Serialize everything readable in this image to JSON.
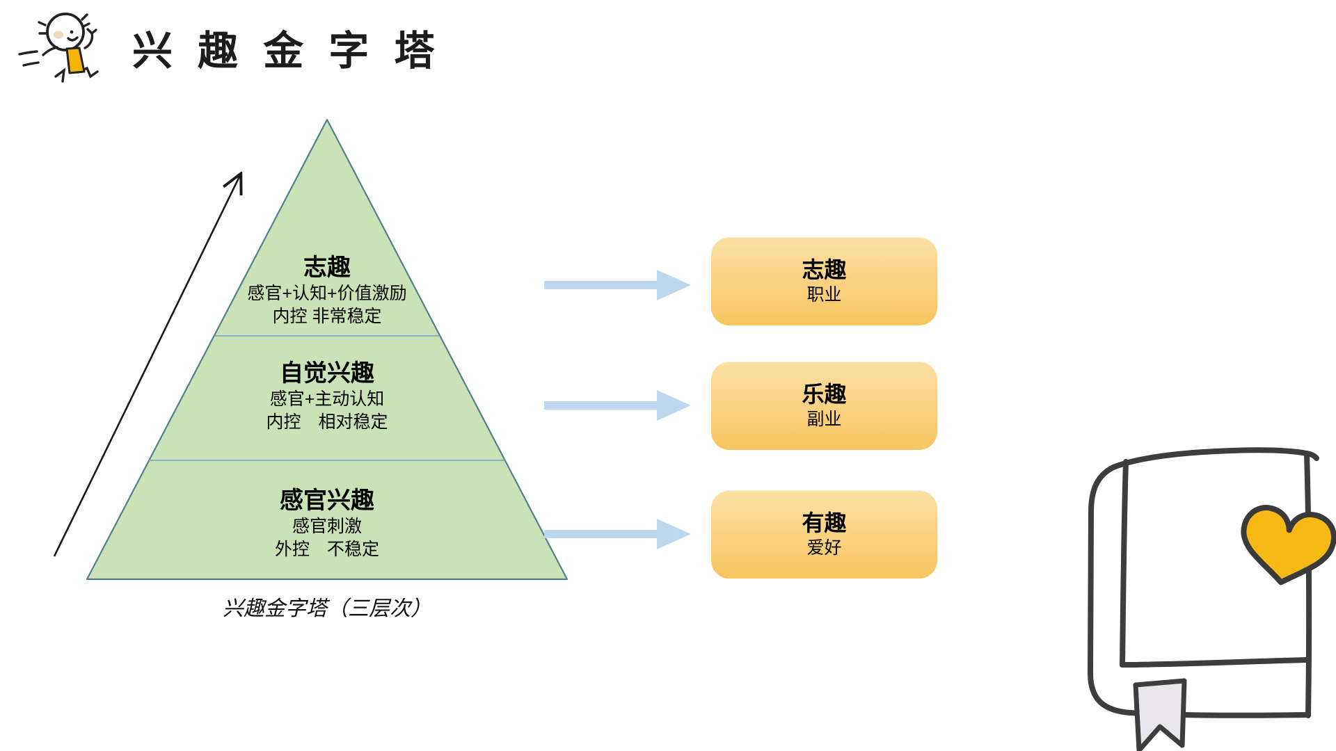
{
  "header": {
    "title": "兴 趣 金 字 塔"
  },
  "pyramid": {
    "levels": [
      {
        "title": "志趣",
        "line1": "感官+认知+价值激励",
        "line2": "内控 非常稳定"
      },
      {
        "title": "自觉兴趣",
        "line1": "感官+主动认知",
        "line2": "内控　相对稳定"
      },
      {
        "title": "感官兴趣",
        "line1": "感官刺激",
        "line2": "外控　不稳定"
      }
    ],
    "caption": "兴趣金字塔（三层次）",
    "fill_color": "#C9E3B6",
    "border_color": "#537E8F",
    "divider_color": "#7FA8BC"
  },
  "outcomes": {
    "arrow_color": "#BDD7EE",
    "box_top_color": "#FBE0A3",
    "box_bottom_color": "#F8C65F",
    "boxes": [
      {
        "title": "志趣",
        "subtitle": "职业"
      },
      {
        "title": "乐趣",
        "subtitle": "副业"
      },
      {
        "title": "有趣",
        "subtitle": "爱好"
      }
    ]
  },
  "illustrations": {
    "logo": "running-stick-figure",
    "logo_accent_color": "#F5B500",
    "book": "hand-drawn-book-with-heart-and-bookmark",
    "heart_color": "#F7B916",
    "book_line_color": "#3D3D3D",
    "bookmark_color": "#E9E7EB"
  }
}
